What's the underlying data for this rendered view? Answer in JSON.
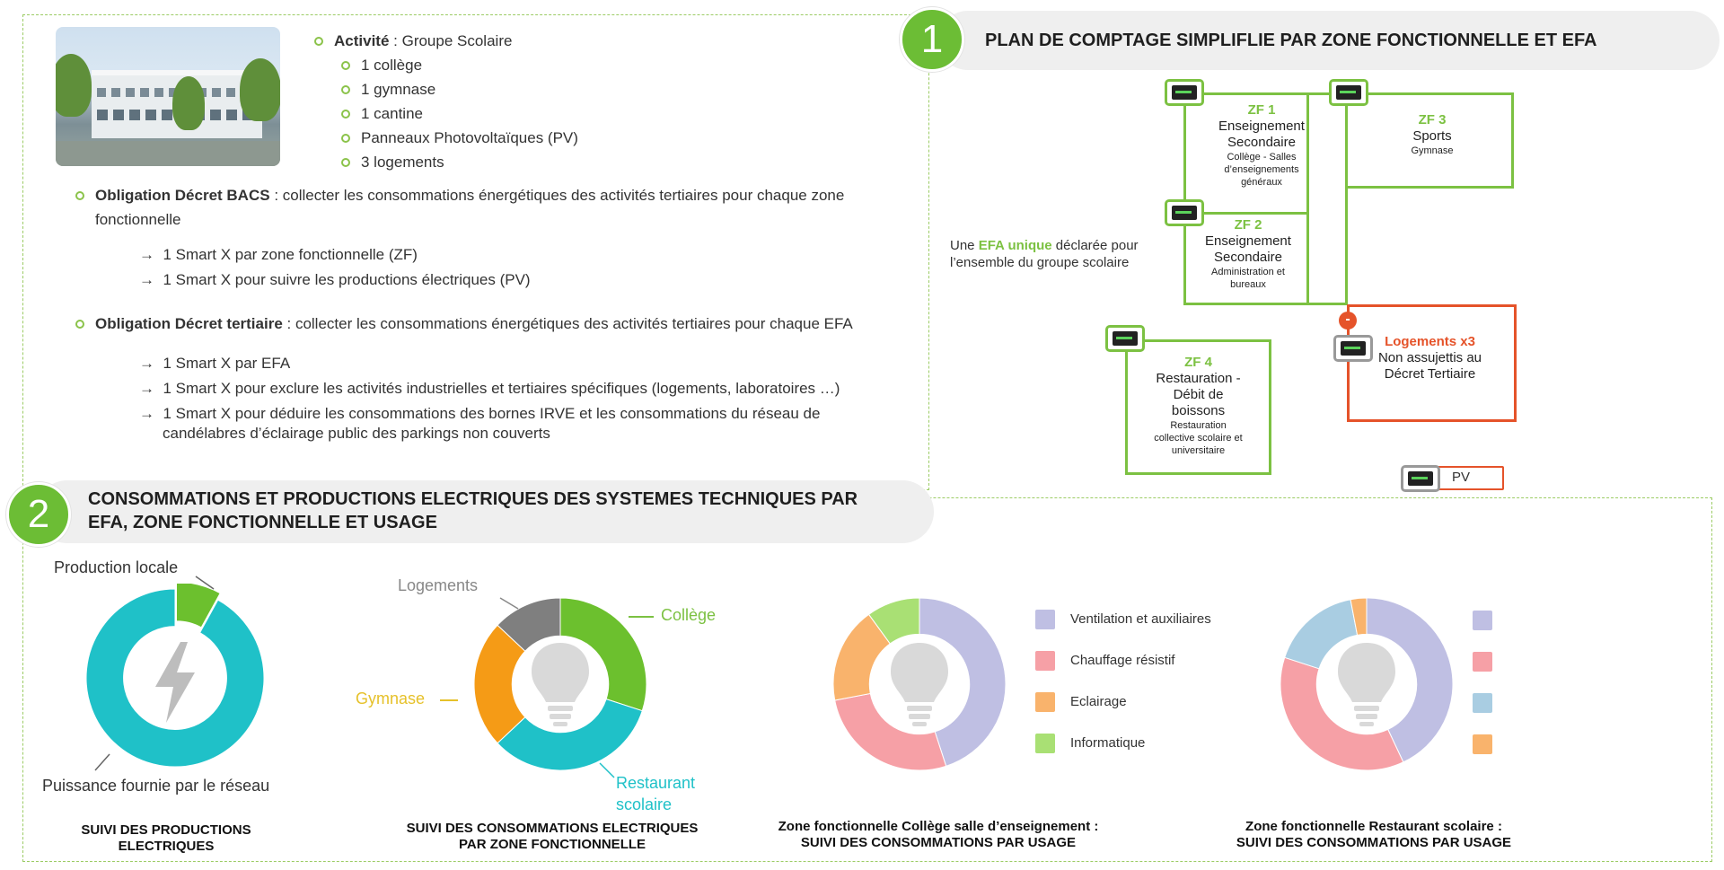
{
  "section1": {
    "photo_alt": "",
    "activite_label": "Activité",
    "activite_value": " : Groupe Scolaire",
    "activite_items": [
      "1 collège",
      "1 gymnase",
      "1 cantine",
      "Panneaux Photovoltaïques (PV)",
      "3 logements"
    ],
    "bacs": {
      "label": "Obligation Décret BACS",
      "text_line1": " : collecter les consommations énergétiques des activités tertiaires pour chaque zone",
      "text_line2": "fonctionnelle",
      "arrows": [
        "1 Smart X par zone fonctionnelle (ZF)",
        "1 Smart X pour suivre les productions électriques (PV)"
      ]
    },
    "tertiaire": {
      "label": "Obligation Décret tertiaire",
      "text": " : collecter les consommations énergétiques des activités tertiaires pour chaque EFA",
      "arrows": [
        "1 Smart X par EFA",
        "1 Smart X pour exclure les activités industrielles et tertiaires spécifiques (logements, laboratoires …)",
        "1 Smart X pour déduire les consommations des bornes IRVE et les consommations du réseau de",
        "candélabres d’éclairage public des parkings non couverts"
      ]
    }
  },
  "header1": {
    "number": "1",
    "title": "PLAN DE COMPTAGE SIMPLIFLIE PAR ZONE FONCTIONNELLE ET EFA"
  },
  "header2": {
    "number": "2",
    "title_line1": "CONSOMMATIONS ET PRODUCTIONS ELECTRIQUES DES SYSTEMES TECHNIQUES PAR",
    "title_line2": "EFA, ZONE FONCTIONNELLE ET USAGE"
  },
  "diagram": {
    "efa_prefix": "Une ",
    "efa_highlight": "EFA unique",
    "efa_suffix": " déclarée pour",
    "efa_line2": "l’ensemble du groupe scolaire",
    "zf1": {
      "code": "ZF 1",
      "name1": "Enseignement",
      "name2": "Secondaire",
      "sub": [
        "Collège - Salles",
        "d’enseignements",
        "généraux"
      ]
    },
    "zf2": {
      "code": "ZF 2",
      "name1": "Enseignement",
      "name2": "Secondaire",
      "sub": [
        "Administration et",
        "bureaux"
      ]
    },
    "zf3": {
      "code": "ZF 3",
      "name1": "Sports",
      "sub": [
        "Gymnase"
      ]
    },
    "zf4": {
      "code": "ZF 4",
      "name1": "Restauration -",
      "name2": "Débit de",
      "name3": "boissons",
      "sub": [
        "Restauration",
        "collective scolaire et",
        "universitaire"
      ]
    },
    "logements": {
      "title": "Logements x3",
      "line1": "Non assujettis au",
      "line2": "Décret Tertiaire",
      "minus": "-"
    },
    "pv_label": "PV",
    "colors": {
      "green": "#7cc142",
      "orange": "#e5532a"
    }
  },
  "charts": {
    "production": {
      "labels": {
        "top": "Production locale",
        "bottom": "Puissance fournie par le réseau"
      },
      "caption": [
        "SUIVI DES PRODUCTIONS",
        "ELECTRIQUES"
      ]
    },
    "zones": {
      "labels": {
        "logements": "Logements",
        "college": "Collège",
        "gymnase": "Gymnase",
        "restaurant1": "Restaurant",
        "restaurant2": "scolaire"
      },
      "caption": [
        "SUIVI DES CONSOMMATIONS ELECTRIQUES",
        "PAR ZONE FONCTIONNELLE"
      ]
    },
    "college_usage": {
      "legend": [
        "Ventilation et auxiliaires",
        "Chauffage résistif",
        "Eclairage",
        "Informatique"
      ],
      "caption": [
        "Zone fonctionnelle Collège salle d’enseignement :",
        "SUIVI DES CONSOMMATIONS PAR USAGE"
      ]
    },
    "restaurant_usage": {
      "caption": [
        "Zone fonctionnelle Restaurant scolaire  :",
        "SUIVI DES CONSOMMATIONS PAR USAGE"
      ]
    }
  },
  "chart_data": [
    {
      "type": "pie",
      "slices": [
        {
          "name": "Production locale",
          "value": 8,
          "color": "#6cc02e"
        },
        {
          "name": "Puissance fournie par le réseau",
          "value": 92,
          "color": "#1fc1c8"
        }
      ]
    },
    {
      "type": "pie",
      "slices": [
        {
          "name": "Collège",
          "value": 30,
          "color": "#6cc02e"
        },
        {
          "name": "Restaurant scolaire",
          "value": 33,
          "color": "#1fc1c8"
        },
        {
          "name": "Gymnase",
          "value": 24,
          "color": "#f59b16"
        },
        {
          "name": "Logements",
          "value": 13,
          "color": "#7f7f7f"
        }
      ]
    },
    {
      "type": "pie",
      "slices": [
        {
          "name": "Ventilation et auxiliaires",
          "value": 45,
          "color": "#bfbfe3"
        },
        {
          "name": "Chauffage résistif",
          "value": 27,
          "color": "#f6a0a6"
        },
        {
          "name": "Eclairage",
          "value": 18,
          "color": "#f9b36c"
        },
        {
          "name": "Informatique",
          "value": 10,
          "color": "#a9e074"
        }
      ]
    },
    {
      "type": "pie",
      "slices": [
        {
          "name": "",
          "value": 43,
          "color": "#bfbfe3"
        },
        {
          "name": "",
          "value": 37,
          "color": "#f6a0a6"
        },
        {
          "name": "",
          "value": 17,
          "color": "#a9cde2"
        },
        {
          "name": "",
          "value": 3,
          "color": "#f9b36c"
        }
      ]
    }
  ]
}
